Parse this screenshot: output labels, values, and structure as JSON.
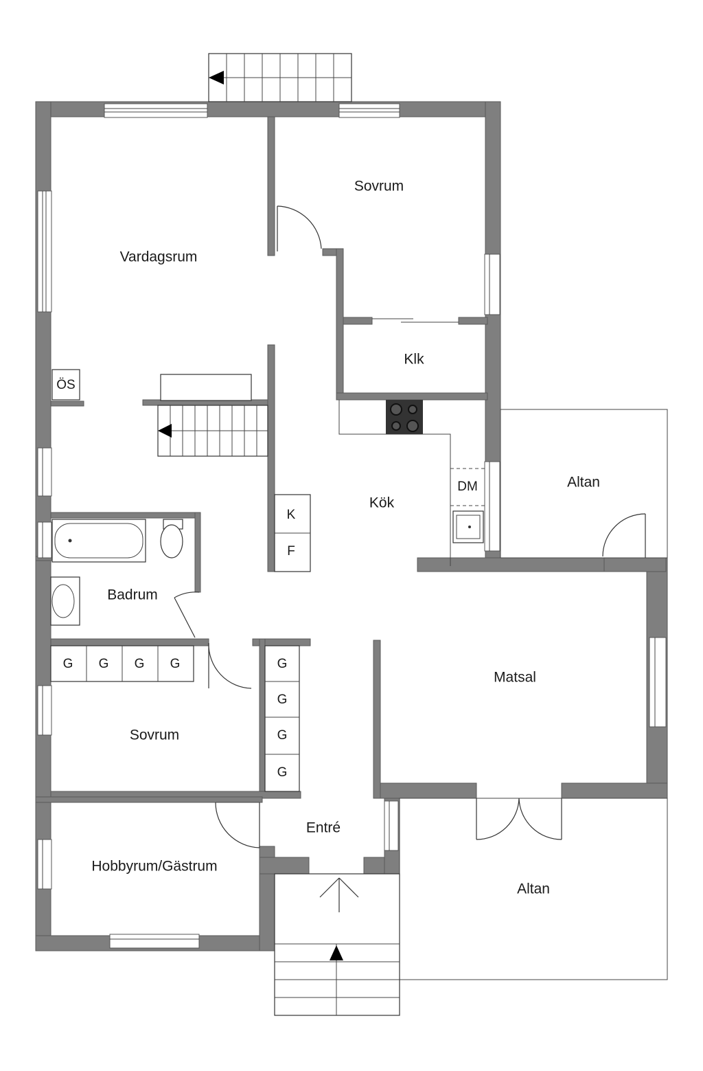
{
  "rooms": {
    "vardagsrum": "Vardagsrum",
    "sovrum_top": "Sovrum",
    "klk": "Klk",
    "kok": "Kök",
    "altan_right": "Altan",
    "badrum": "Badrum",
    "matsal": "Matsal",
    "sovrum_left": "Sovrum",
    "entre": "Entré",
    "hobbyrum": "Hobbyrum/Gästrum",
    "altan_bottom": "Altan"
  },
  "fixtures": {
    "os": "ÖS",
    "dm": "DM",
    "k": "K",
    "f": "F",
    "g": "G"
  },
  "colors": {
    "wall": "#7f7f7f",
    "line": "#333333",
    "background": "#ffffff"
  },
  "icons": {
    "stair_arrow": "triangle-arrow-icon",
    "entry_arrow": "open-arrow-icon"
  }
}
